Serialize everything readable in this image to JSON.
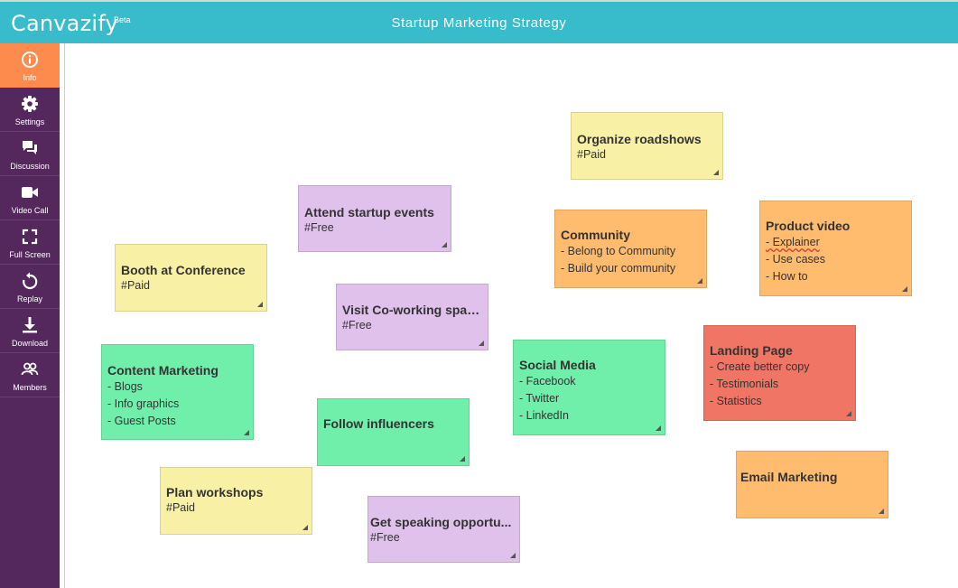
{
  "app": {
    "name": "Canvazify",
    "badge": "Beta",
    "board_title": "Startup Marketing Strategy"
  },
  "colors": {
    "header": "#38bccb",
    "sidebar": "#54275d",
    "active_item": "#fe8b4e",
    "yellow": "#f8f0a4",
    "purple": "#dfc1eb",
    "orange": "#ffbc6f",
    "green": "#70efaa",
    "red": "#f07565"
  },
  "sidebar": {
    "items": [
      {
        "label": "Info",
        "icon": "info-icon",
        "active": true
      },
      {
        "label": "Settings",
        "icon": "gear-icon"
      },
      {
        "label": "Discussion",
        "icon": "chat-icon"
      },
      {
        "label": "Video Call",
        "icon": "video-camera-icon"
      },
      {
        "label": "Full Screen",
        "icon": "fullscreen-icon"
      },
      {
        "label": "Replay",
        "icon": "replay-icon"
      },
      {
        "label": "Download",
        "icon": "download-icon"
      },
      {
        "label": "Members",
        "icon": "members-icon"
      }
    ]
  },
  "notes": {
    "organize_roadshows": {
      "title": "Organize roadshows",
      "tag": "#Paid",
      "color": "yellow"
    },
    "attend_startup_events": {
      "title": "Attend startup events",
      "tag": "#Free",
      "color": "purple"
    },
    "community": {
      "title": "Community",
      "lines": [
        "- Belong to  Community",
        "- Build your community"
      ],
      "color": "orange"
    },
    "product_video": {
      "title": "Product video",
      "lines": [
        "- Explainer",
        "- Use cases",
        "- How to"
      ],
      "color": "orange"
    },
    "booth_at_conference": {
      "title": "Booth at Conference",
      "tag": "#Paid",
      "color": "yellow"
    },
    "visit_coworking": {
      "title": "Visit Co-working spaces",
      "tag": "#Free",
      "color": "purple"
    },
    "content_marketing": {
      "title": "Content Marketing",
      "lines": [
        "- Blogs",
        "- Info graphics",
        "- Guest Posts"
      ],
      "color": "green"
    },
    "social_media": {
      "title": "Social Media",
      "lines": [
        "- Facebook",
        "- Twitter",
        "- LinkedIn"
      ],
      "color": "green"
    },
    "landing_page": {
      "title": "Landing Page",
      "lines": [
        "- Create better copy",
        "- Testimonials",
        "- Statistics"
      ],
      "color": "red"
    },
    "follow_influencers": {
      "title": "Follow influencers",
      "color": "green"
    },
    "plan_workshops": {
      "title": "Plan workshops",
      "tag": "#Paid",
      "color": "yellow"
    },
    "get_speaking": {
      "title": "Get speaking opportu...",
      "tag": "#Free",
      "color": "purple"
    },
    "email_marketing": {
      "title": "Email Marketing",
      "color": "orange"
    }
  }
}
